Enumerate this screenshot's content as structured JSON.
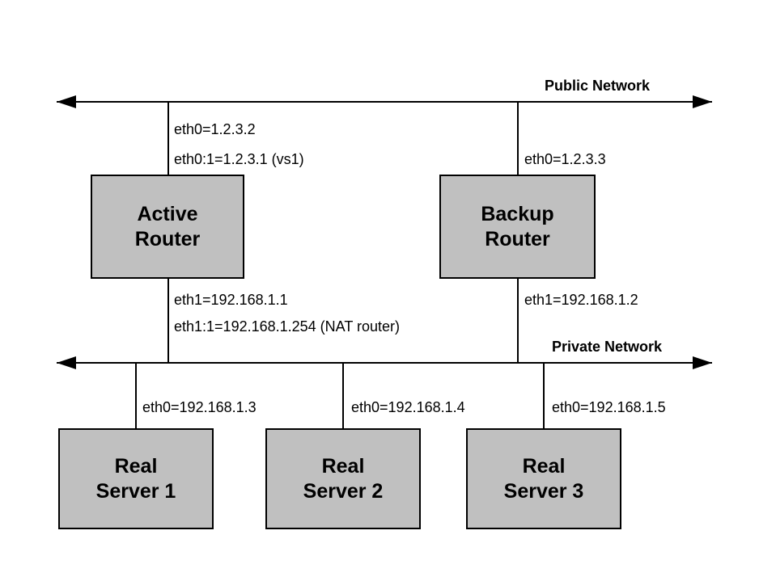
{
  "diagram": {
    "title_public": "Public Network",
    "title_private": "Private Network",
    "colors": {
      "box_fill": "#c0c0c0",
      "box_border": "#000000",
      "line": "#000000",
      "background": "#ffffff",
      "text": "#000000"
    },
    "nodes": [
      {
        "id": "active-router",
        "line1": "Active",
        "line2": "Router"
      },
      {
        "id": "backup-router",
        "line1": "Backup",
        "line2": "Router"
      },
      {
        "id": "real-server-1",
        "line1": "Real",
        "line2": "Server 1"
      },
      {
        "id": "real-server-2",
        "line1": "Real",
        "line2": "Server 2"
      },
      {
        "id": "real-server-3",
        "line1": "Real",
        "line2": "Server 3"
      }
    ],
    "interfaces": {
      "active_public_1": "eth0=1.2.3.2",
      "active_public_2": "eth0:1=1.2.3.1 (vs1)",
      "backup_public": "eth0=1.2.3.3",
      "active_private_1": "eth1=192.168.1.1",
      "active_private_2": "eth1:1=192.168.1.254 (NAT router)",
      "backup_private": "eth1=192.168.1.2",
      "server1": "eth0=192.168.1.3",
      "server2": "eth0=192.168.1.4",
      "server3": "eth0=192.168.1.5"
    }
  }
}
